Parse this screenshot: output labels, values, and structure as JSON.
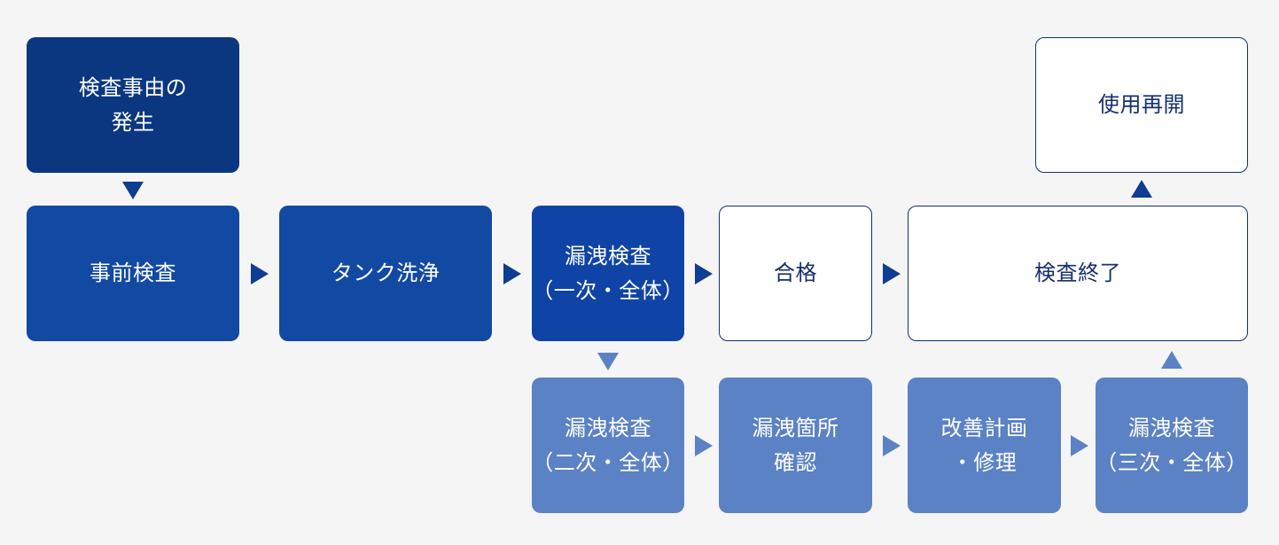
{
  "colors": {
    "navy": "#0b3780",
    "blue": "#1249a3",
    "inspect": "#0f44a6",
    "light": "#5b82c4",
    "white_border": "#15306e",
    "arrow_dark": "#0f3d91",
    "arrow_light": "#5b82c4",
    "background": "#f5f5f5"
  },
  "nodes": {
    "trigger": "検査事由の\n発生",
    "pre_inspection": "事前検査",
    "tank_cleaning": "タンク洗浄",
    "leak_test_1": "漏洩検査\n（一次・全体）",
    "pass": "合格",
    "inspection_end": "検査終了",
    "resume_use": "使用再開",
    "leak_test_2": "漏洩検査\n（二次・全体）",
    "leak_location": "漏洩箇所\n確認",
    "improvement": "改善計画\n・修理",
    "leak_test_3": "漏洩検査\n（三次・全体）"
  },
  "arrows": [
    {
      "id": "trigger-to-pre",
      "direction": "down",
      "style": "dark"
    },
    {
      "id": "pre-to-cleaning",
      "direction": "right",
      "style": "dark"
    },
    {
      "id": "cleaning-to-test1",
      "direction": "right",
      "style": "dark"
    },
    {
      "id": "test1-to-pass",
      "direction": "right",
      "style": "dark"
    },
    {
      "id": "pass-to-end",
      "direction": "right",
      "style": "dark"
    },
    {
      "id": "end-to-resume",
      "direction": "up",
      "style": "dark"
    },
    {
      "id": "test1-to-test2",
      "direction": "down",
      "style": "light"
    },
    {
      "id": "test2-to-location",
      "direction": "right",
      "style": "light"
    },
    {
      "id": "location-to-improvement",
      "direction": "right",
      "style": "light"
    },
    {
      "id": "improvement-to-test3",
      "direction": "right",
      "style": "light"
    },
    {
      "id": "test3-to-end",
      "direction": "up",
      "style": "light"
    }
  ]
}
